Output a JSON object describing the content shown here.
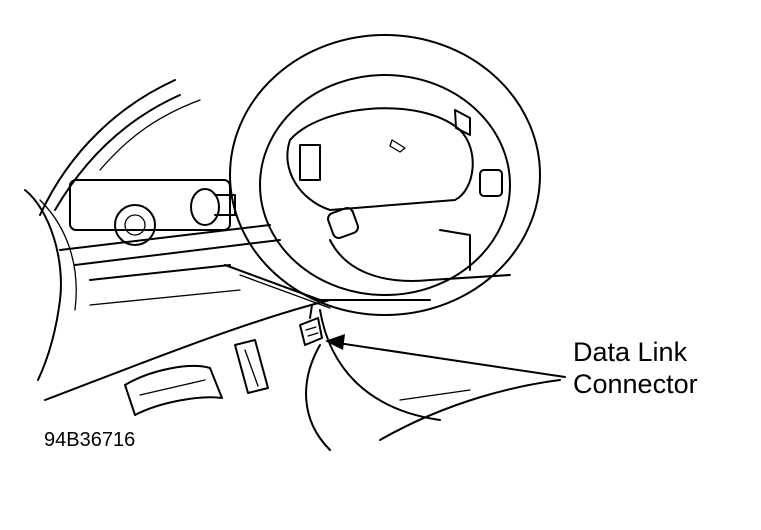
{
  "callout": {
    "line1": "Data Link",
    "line2": "Connector"
  },
  "figure_id": "94B36716",
  "colors": {
    "ink": "#000000",
    "background": "#ffffff"
  }
}
